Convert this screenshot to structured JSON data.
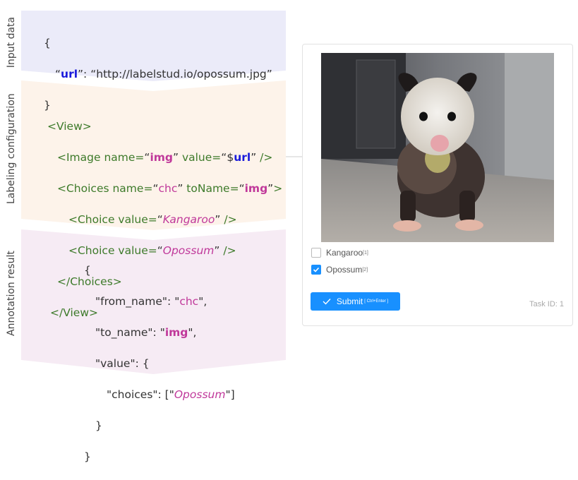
{
  "panels": {
    "input": {
      "label": "Input data"
    },
    "config": {
      "label": "Labeling configuration"
    },
    "result": {
      "label": "Annotation result"
    }
  },
  "input_code": {
    "open": "{",
    "key": "url",
    "value": "“http://labelstud.io/opossum.jpg”",
    "close": "}"
  },
  "config_code": {
    "view_open": "<View>",
    "image_tag": "<Image name=",
    "image_name": "img",
    "image_value_attr": " value=",
    "image_value": "url",
    "choices_tag": "<Choices name=",
    "choices_name": "chc",
    "choices_toname_attr": " toName=",
    "choices_toname": "img",
    "choice1_tag": "<Choice value=",
    "choice1_value": "Kangaroo",
    "choice2_tag": "<Choice value=",
    "choice2_value": "Opossum",
    "choices_close": "</Choices>",
    "view_close": "</View>"
  },
  "result_code": {
    "open": "{",
    "from_name_key": "\"from_name\": ",
    "from_name_value": "chc",
    "to_name_key": "\"to_name\": ",
    "to_name_value": "img",
    "value_key": "\"value\": {",
    "choices_key": "\"choices\": [\"",
    "choices_value": "Opossum",
    "inner_close": "}",
    "close": "}"
  },
  "annotation_ui": {
    "choices": [
      {
        "label": "Kangaroo",
        "hotkey": "[1]",
        "checked": false
      },
      {
        "label": "Opossum",
        "hotkey": "[2]",
        "checked": true
      }
    ],
    "submit_label": "Submit",
    "submit_hint": "[ Ctrl+Enter ]",
    "task_id": "Task ID: 1"
  },
  "colors": {
    "input_panel": "#ebebf9",
    "config_panel": "#fdf3ea",
    "result_panel": "#f6ebf4",
    "accent_blue": "#1890ff"
  }
}
